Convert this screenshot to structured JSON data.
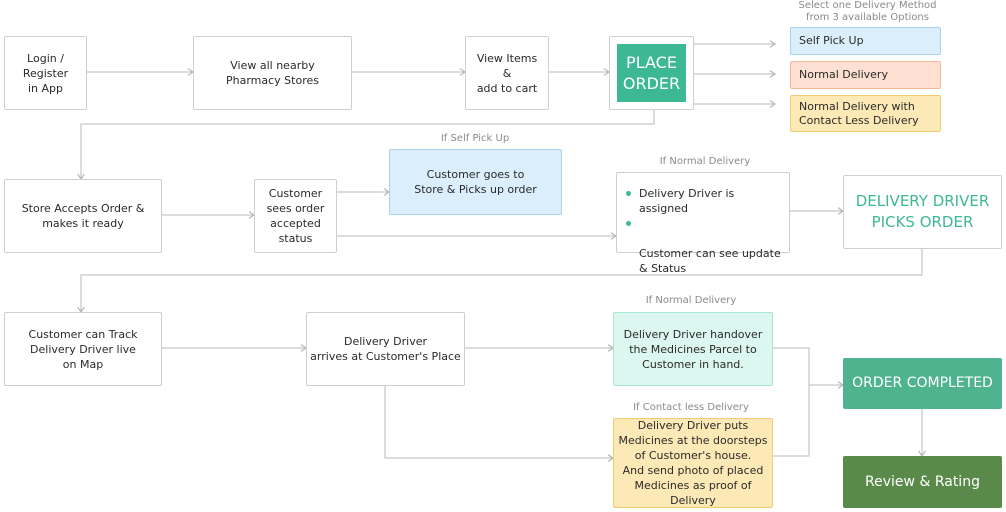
{
  "colors": {
    "line": "#b8b8b8",
    "place_order_fill": "#3db894",
    "green_text": "#3db894",
    "order_completed_fill": "#4fb38f",
    "review_fill": "#5a8a4a",
    "blue_fill": "#dbeefb",
    "blue_border": "#a8d2f0",
    "orange_fill": "#fde0d2",
    "orange_border": "#f3b89a",
    "yellow_fill": "#fde9b5",
    "yellow_border": "#f2cc72",
    "mint_fill": "#dcf7ef",
    "mint_border": "#a9e6d2"
  },
  "nodes": {
    "login": "Login /\nRegister\nin App",
    "view_stores": "View all nearby\nPharmacy Stores",
    "view_items": "View Items\n&\nadd to cart",
    "place_order": "PLACE\nORDER",
    "select_note": "Select one Delivery Method\nfrom 3 available Options",
    "opt_self_pickup": "Self Pick Up",
    "opt_normal": "Normal Delivery",
    "opt_contactless": "Normal Delivery with\nContact Less Delivery",
    "store_accepts": "Store Accepts Order &\nmakes it ready",
    "customer_sees": "Customer\nsees order\naccepted\nstatus",
    "label_self_pickup": "If Self Pick Up",
    "self_pickup_box": "Customer goes to\nStore & Picks up order",
    "label_normal_1": "If Normal Delivery",
    "bullet_1": "Delivery Driver is assigned",
    "bullet_2": "Customer can see update\n& Status",
    "driver_picks": "DELIVERY DRIVER\nPICKS ORDER",
    "track_driver": "Customer can Track\nDelivery Driver live\non Map",
    "driver_arrives": "Delivery Driver\narrives at Customer's Place",
    "label_normal_2": "If Normal Delivery",
    "handover": "Delivery Driver handover\nthe Medicines Parcel to\nCustomer in hand.",
    "label_contactless": "If Contact less Delivery",
    "contactless_box": "Delivery Driver puts\nMedicines at the doorsteps\nof Customer's house.\nAnd send photo of placed\nMedicines as proof of Delivery",
    "order_completed": "ORDER COMPLETED",
    "review": "Review & Rating"
  }
}
